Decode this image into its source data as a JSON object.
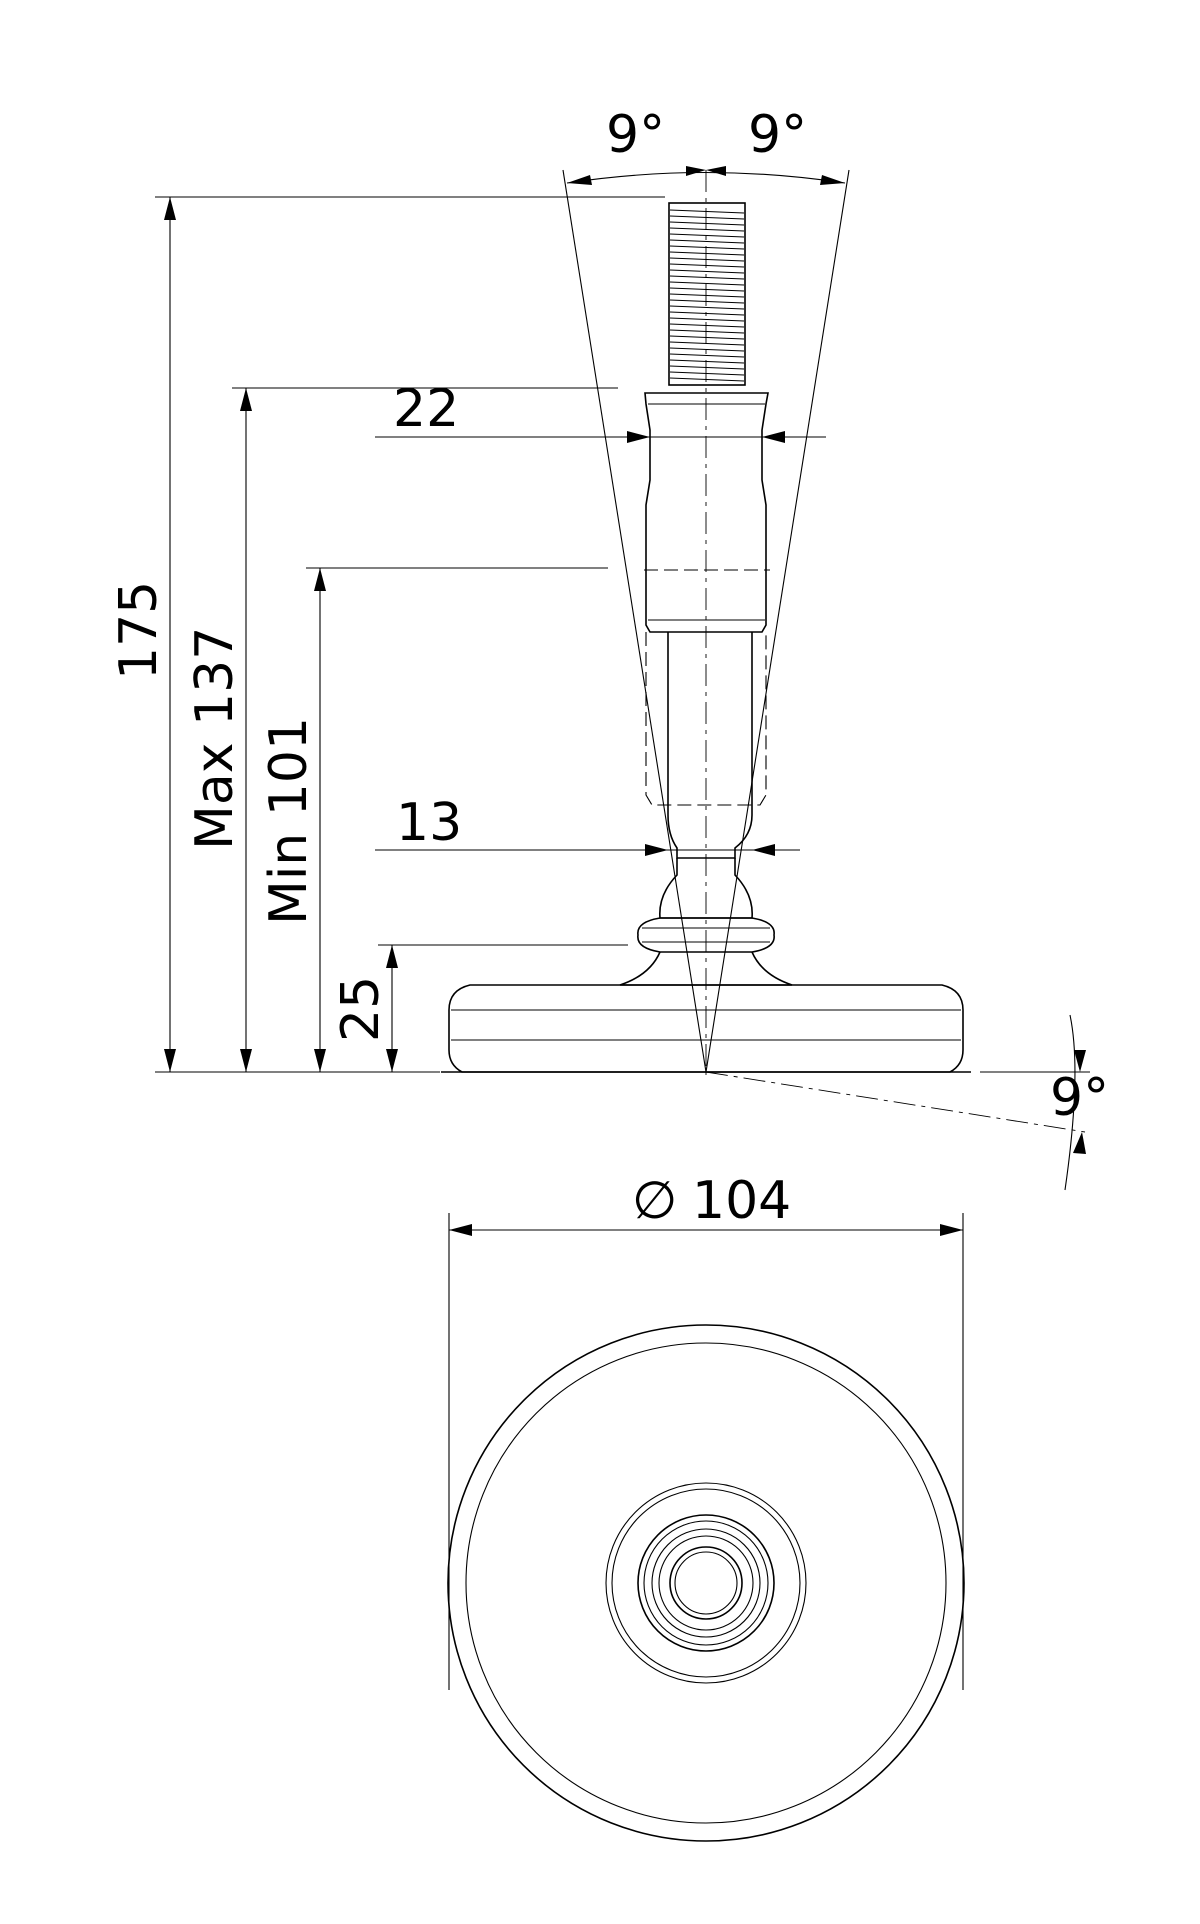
{
  "dimensions": {
    "angle_left": "9°",
    "angle_right": "9°",
    "angle_base": "9°",
    "overall_height": "175",
    "max_height": "Max 137",
    "min_height": "Min 101",
    "stud_body_diameter": "22",
    "neck_diameter": "13",
    "base_height": "25",
    "base_diameter": "104",
    "diameter_symbol": "∅"
  }
}
